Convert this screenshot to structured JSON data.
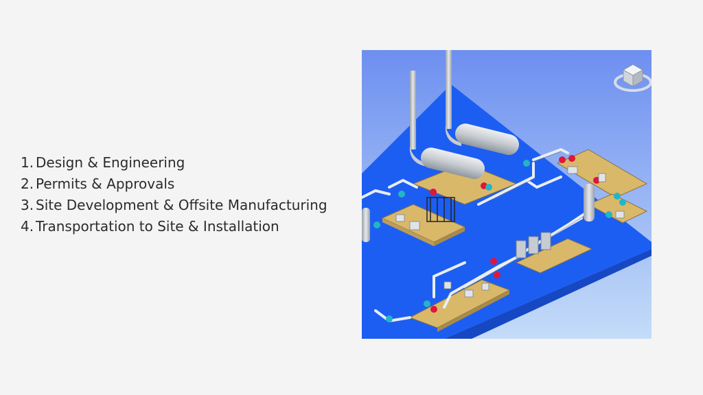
{
  "steps": [
    {
      "number": "1.",
      "text": "Design & Engineering"
    },
    {
      "number": "2.",
      "text": "Permits & Approvals"
    },
    {
      "number": "3.",
      "text": "Site Development & Offsite Manufacturing"
    },
    {
      "number": "4.",
      "text": "Transportation to Site & Installation"
    }
  ],
  "figure": {
    "kind": "3d-plant-model-render",
    "background_colors": [
      "#6d8ff0",
      "#bcd6f7"
    ],
    "ground_color": "#1d5ef2",
    "skid_color": "#d9b86a",
    "pipe_color": "#e8eef5",
    "vessel_color": "#c9ced4",
    "valve_colors": [
      "#e0163b",
      "#23b6c2"
    ],
    "nav_widget_icon": "view-cube-icon"
  }
}
